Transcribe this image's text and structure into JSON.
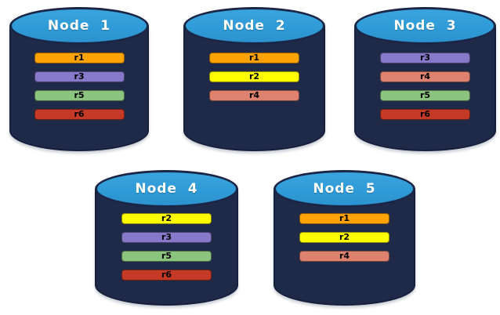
{
  "canvas": {
    "background": "#ffffff"
  },
  "colors": {
    "cylinder_body": "#1E2A48",
    "cylinder_outline": "#16203C",
    "cylinder_top_blue": "#2F9BD7",
    "title_text": "#ffffff",
    "bar_text": "#000000"
  },
  "replica_colors": {
    "r1": "#FFA305",
    "r2": "#FFFF00",
    "r3": "#8679C9",
    "r4": "#DE8270",
    "r5": "#8BC47F",
    "r6": "#C53A26"
  },
  "nodes": [
    {
      "label": "Node  1",
      "replicas": [
        "r1",
        "r3",
        "r5",
        "r6"
      ]
    },
    {
      "label": "Node  2",
      "replicas": [
        "r1",
        "r2",
        "r4"
      ]
    },
    {
      "label": "Node  3",
      "replicas": [
        "r3",
        "r4",
        "r5",
        "r6"
      ]
    },
    {
      "label": "Node  4",
      "replicas": [
        "r2",
        "r3",
        "r5",
        "r6"
      ]
    },
    {
      "label": "Node  5",
      "replicas": [
        "r1",
        "r2",
        "r4"
      ]
    }
  ]
}
